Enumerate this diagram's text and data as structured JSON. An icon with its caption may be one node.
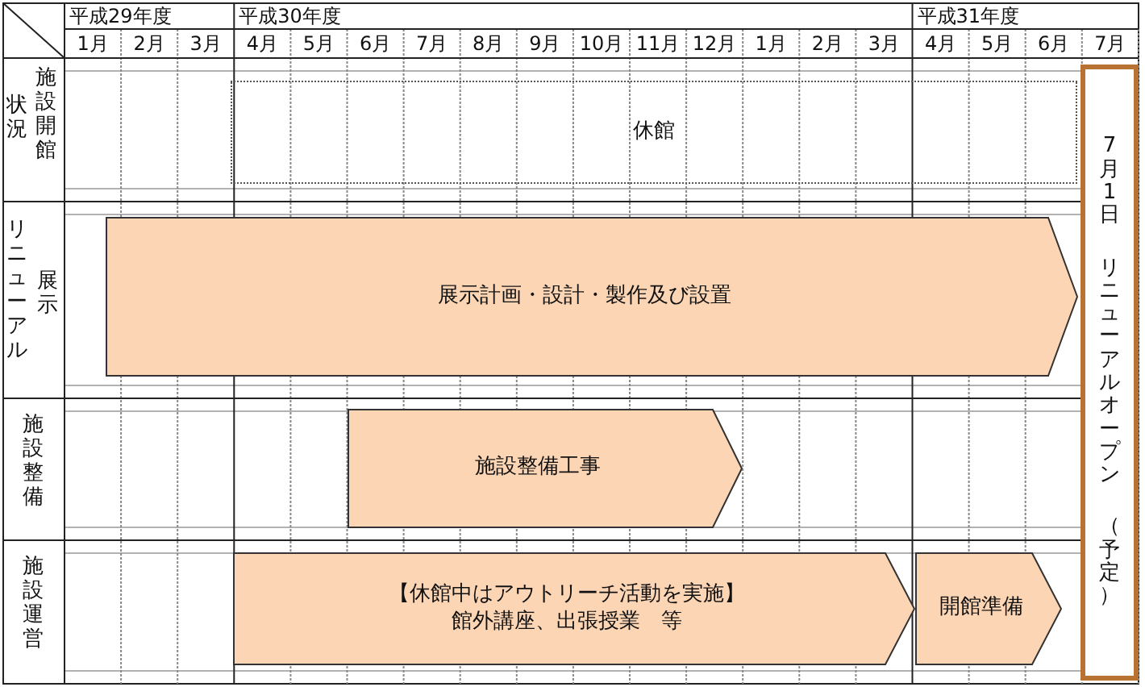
{
  "diagram": {
    "nodes": [
      {
        "text": [
          "休館"
        ]
      },
      {
        "text": [
          "展示計画・設計・製作及び設置"
        ]
      },
      {
        "text": [
          "施設整備工事"
        ]
      },
      {
        "text": [
          "【休館中はアウトリーチ活動を実施】",
          "館外講座、出張授業　等"
        ]
      },
      {
        "text": [
          "開館準備"
        ]
      },
      {
        "text": [
          "7月1日",
          "リニューアルオープン",
          "（予定）"
        ]
      }
    ],
    "edges": [],
    "labels": [
      "平成29年度",
      "平成30年度",
      "平成31年度",
      "1月",
      "2月",
      "3月",
      "4月",
      "5月",
      "6月",
      "7月",
      "8月",
      "9月",
      "10月",
      "11月",
      "12月",
      "1月",
      "2月",
      "3月",
      "4月",
      "5月",
      "6月",
      "7月",
      "状況",
      "施設開館",
      "リニューアル",
      "展示",
      "施設整備",
      "施設運営"
    ]
  }
}
